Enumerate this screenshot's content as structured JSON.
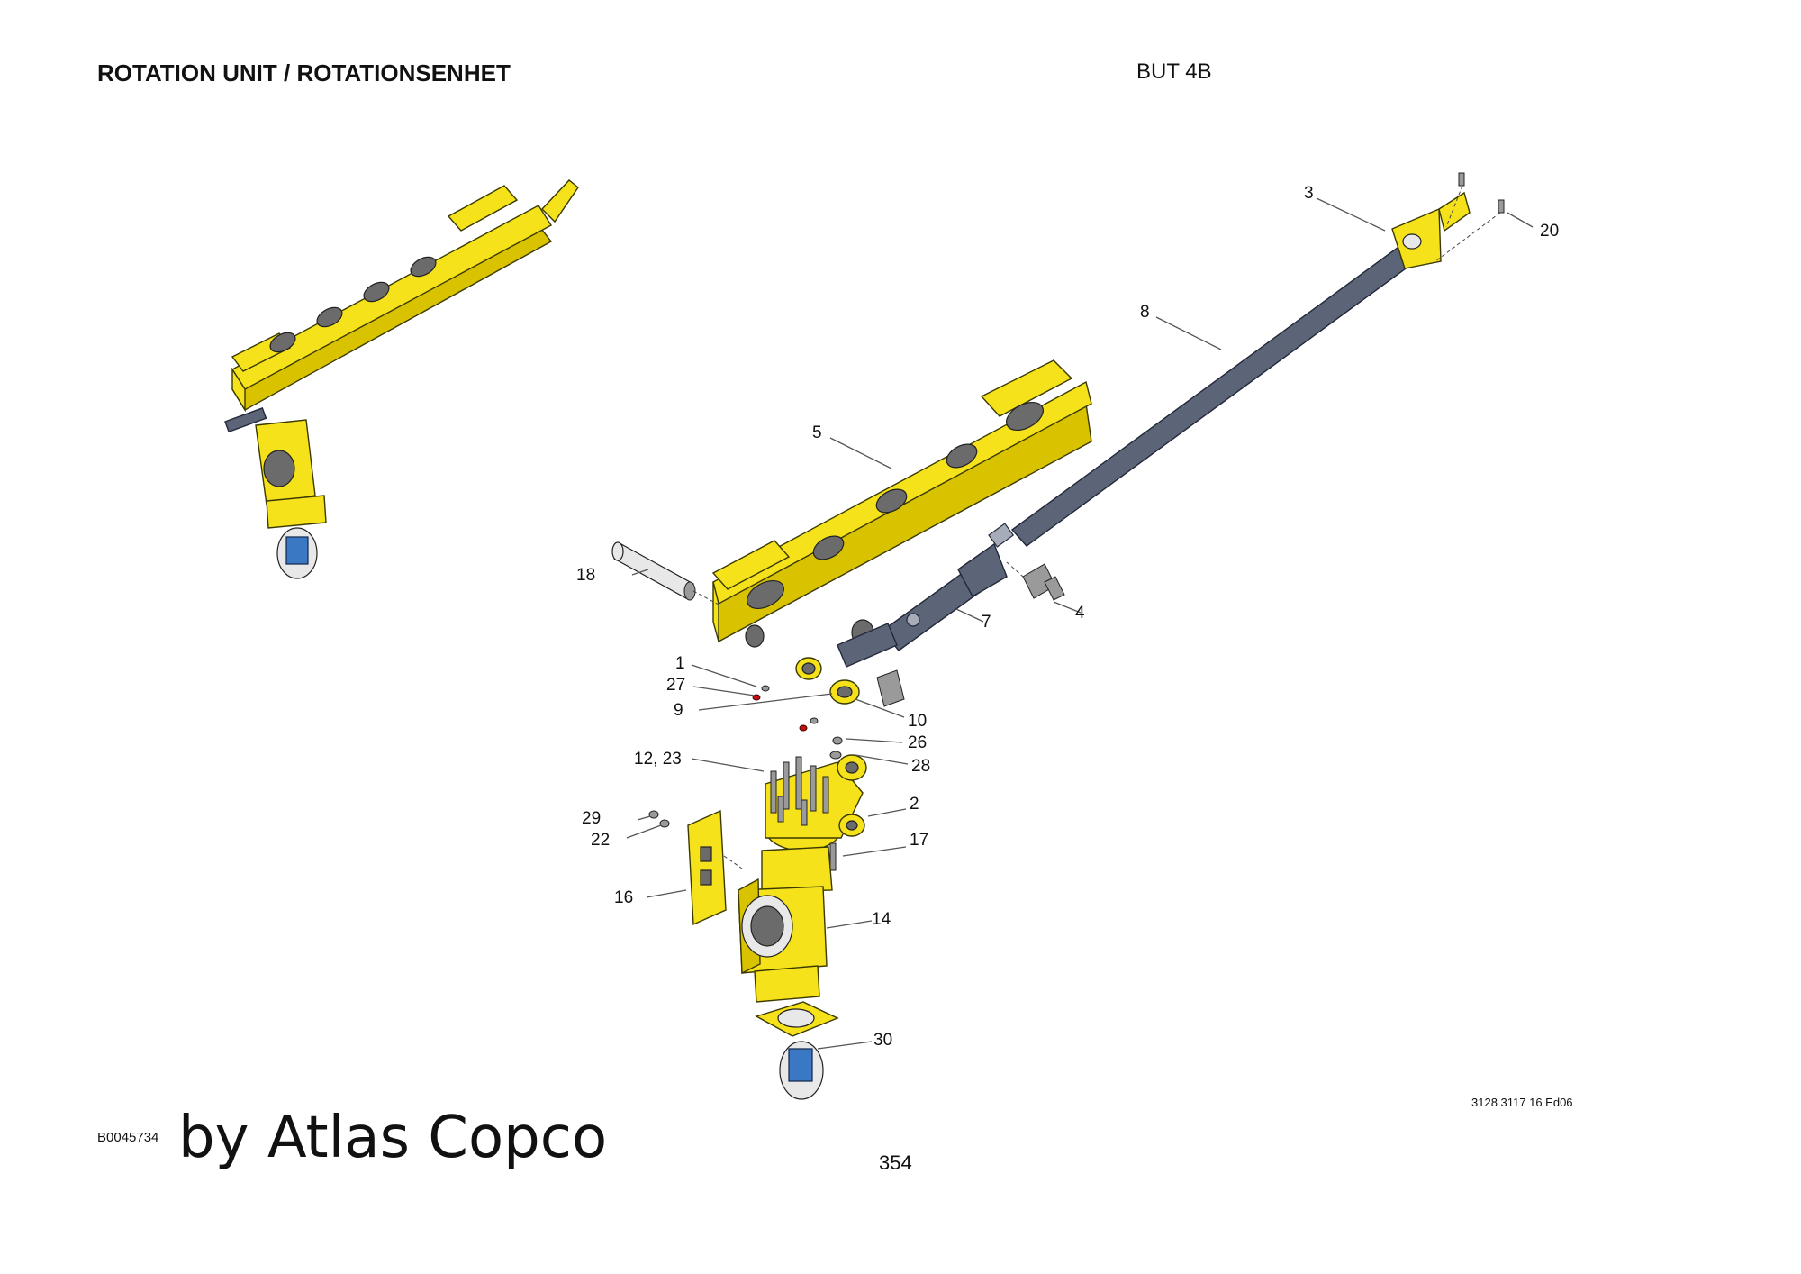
{
  "header": {
    "title": "ROTATION UNIT / ROTATIONSENHET",
    "model": "BUT 4B"
  },
  "footer": {
    "document_number": "3128 3117 16 Ed06",
    "figure_id": "B0045734",
    "brand_text": "by Atlas Copco",
    "page_number": "354"
  },
  "callouts": [
    "1",
    "2",
    "3",
    "4",
    "5",
    "7",
    "8",
    "9",
    "10",
    "12, 23",
    "14",
    "16",
    "17",
    "18",
    "20",
    "22",
    "26",
    "27",
    "28",
    "29",
    "30"
  ]
}
